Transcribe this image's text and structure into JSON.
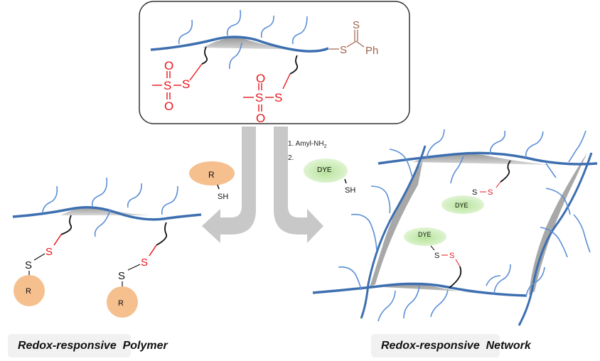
{
  "top_box": {
    "labels": {
      "sulfonyl_s": "S",
      "sulfonyl_o": "O",
      "thio_s": "S",
      "end_s": "S",
      "end_cs": "S",
      "end_ph": "Ph"
    }
  },
  "reagents": {
    "step1": "1. Amyl-NH",
    "step1_sub": "2",
    "step2": "2.",
    "r_thiol": {
      "label": "R",
      "group": "SH"
    },
    "dye_thiol": {
      "label": "DYE",
      "group": "SH"
    }
  },
  "left_product": {
    "s_red": "S",
    "s_black": "S",
    "r_label": "R",
    "caption": "Redox-responsive  Polymer"
  },
  "right_product": {
    "dye_label": "DYE",
    "s_black": "S",
    "s_red": "S",
    "caption": "Redox-responsive  Network"
  },
  "colors": {
    "backbone": "#3d6fb0",
    "side_chain": "#5b8fd6",
    "sulfur_red": "#e8151b",
    "dithio_brown": "#a0614a",
    "r_fill": "#f6bf8e",
    "dye_fill": "#c9eab0",
    "arrow_gray": "#c8c8c8",
    "caption_bg": "#f1f1f1"
  }
}
